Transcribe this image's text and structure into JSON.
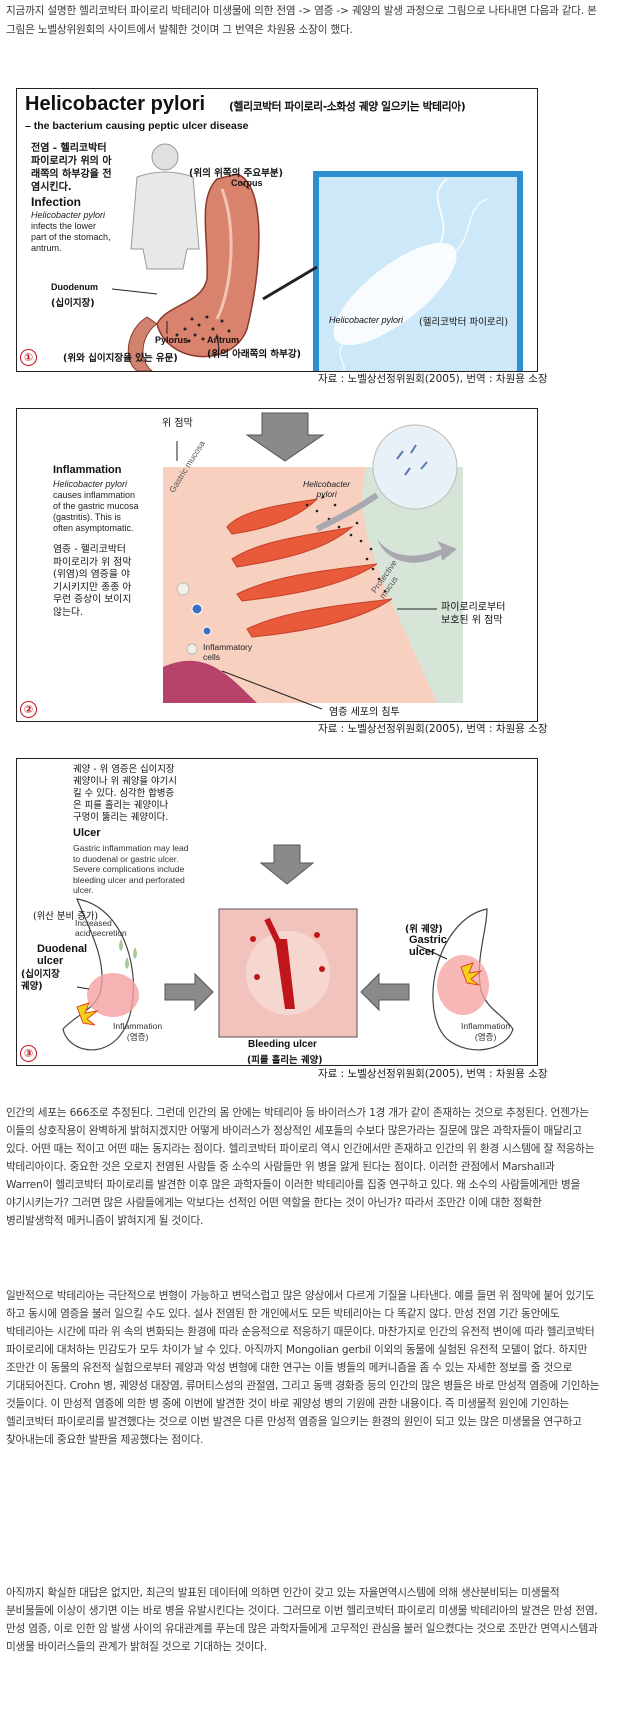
{
  "intro": "지금까지 설명한 헬리코박터 파이로리 박테리아 미생물에 의한 전염 -> 염증 -> 궤양의 발생 과정으로 그림으로 나타내면 다음과 같다. 본 그림은 노벨상위원회의 사이트에서 발췌한 것이며 그 번역은 차원용 소장이 했다.",
  "caption": "자료 : 노벨상선정위원회(2005), 번역 : 차원용 소장",
  "fig1": {
    "badge": "①",
    "title": "Helicobacter pylori",
    "title_ko": "(헬리코박터 파이로리-소화성 궤양 일으키는 박테리아)",
    "subtitle": "– the bacterium causing peptic ulcer disease",
    "infection_ko": "전염 - 헬리코박터\n파이로리가 위의 아\n래쪽의 하부강을 전\n염시킨다.",
    "infection_title": "Infection",
    "infection_species": "Helicobacter pylori",
    "infection_text": "infects the lower\npart of the stomach,\nantrum.",
    "corpus_ko": "(위의 위쪽의 주요부분)",
    "corpus": "Corpus",
    "duodenum": "Duodenum",
    "duodenum_ko": "(십이지장)",
    "pylorus": "Pylorus",
    "pylorus_ko": "(위와 십이지장을 있는 유문)",
    "antrum": "Antrum",
    "antrum_ko": "(위의 아래쪽의 하부강)",
    "micro_label_species": "Helicobacter pylori",
    "micro_label_ko": "(헬리코박터 파이로리)"
  },
  "fig2": {
    "badge": "②",
    "mucosa_ko": "위 점막",
    "gastric_mucosa": "Gastric mucosa",
    "hp_label": "Helicobacter\npylori",
    "inflam_title": "Inflammation",
    "inflam_species": "Helicobacter pylori",
    "inflam_text": "causes inflammation\nof the gastric mucosa\n(gastritis). This is\noften asymptomatic.",
    "inflam_ko": "염증 - 헬리코박터\n파이로리가 위 점막\n(위염)의 염증을 야\n기시키지만 종종 아\n무런 증상이 보이지\n않는다.",
    "protective": "Protective\nmucus",
    "protected_ko": "파이로리로부터\n보호된 위 점막",
    "inflam_cells": "Inflammatory\ncells",
    "infiltration_ko": "염증 세포의 침투"
  },
  "fig3": {
    "badge": "③",
    "ulcer_ko": "궤양 - 위 염증은 십이지장\n궤양이나 위 궤양을 야기시\n킬 수 있다. 심각한 합병증\n은 피를 흘리는 궤양이나\n구멍이 뚫리는 궤양이다.",
    "ulcer_title": "Ulcer",
    "ulcer_text": "Gastric inflammation may lead\nto duodenal or gastric ulcer.\nSevere complications include\nbleeding ulcer and perforated\nulcer.",
    "acid_ko": "(위산 분비 증가)",
    "acid": "Increased\nacid secretion",
    "duodenal": "Duodenal\nulcer",
    "duodenal_ko": "(십이지장\n궤양)",
    "inflam_left": "Inflammation\n(염증)",
    "bleeding": "Bleeding ulcer",
    "bleeding_ko": "(피를 흘리는 궤양)",
    "gastric_ko": "(위 궤양)",
    "gastric": "Gastric\nulcer",
    "inflam_right": "Inflammation\n(염증)"
  },
  "body": [
    "인간의 세포는 666조로 추정된다. 그런데 인간의 몸 안에는 박테리아 등 바이러스가 1경 개가 같이 존재하는 것으로 추정된다. 언젠가는 이들의 상호작용이 완벽하게 밝혀지겠지만 어떻게 바이러스가 정상적인 세포들의 수보다 많은가라는 질문에 많은 과학자들이 매달리고 있다. 어떤 때는 적이고 어떤 때는 동지라는 점이다. 헬리코박터 파이로리 역시 인간에서만 존재하고 인간의 위 환경 시스템에 잘 적응하는 박테리아이다. 중요한 것은 오로지 전염된 사람들 중 소수의 사람들만 위 병을 앓게 된다는 점이다. 이러한 관점에서 Marshall과 Warren이 헬리코박터 파이로리를 발견한 이후 많은 과학자들이 이러한 박테리아를 집중 연구하고 있다. 왜 소수의 사람들에게만 병을 야기시키는가? 그러면 많은 사람들에게는 악보다는 선적인 어떤 역할을 한다는 것이 아닌가? 따라서 조만간 이에 대한 정확한 병리발생학적 메커니즘이 밝혀지게 될 것이다.",
    "일반적으로 박테리아는 극단적으로 변형이 가능하고 변덕스럽고 많은 양상에서 다르게 기질을 나타낸다. 예를 들면 위 점막에 붙어 있기도 하고 동시에 염증을 불러 일으킬 수도 있다. 설사 전염된 한 개인에서도 모든 박테리아는 다 똑같지 않다. 만성 전염 기간 동안에도 박테리아는 시간에 따라 위 속의 변화되는 환경에 따라 순응적으로 적응하기 때문이다. 마찬가지로 인간의 유전적 변이에 따라 헬리코박터 파이로리에 대처하는 민감도가 모두 차이가 날 수 있다. 아직까지 Mongolian gerbil 이외의 동물에 실험된 유전적 모델이 없다. 하지만 조만간 이 동물의 유전적 실험으로부터 궤양과 악성 변형에 대한 연구는 이들 병들의 메커니즘을 좀 수 있는 자세한 정보를 줄 것으로 기대되어진다. Crohn 병, 궤양성 대장염, 류머티스성의 관절염, 그리고 동맥 경화증 등의 인간의 많은 병들은 바로 만성적 염증에 기인하는 것들이다. 이 만성적 염증에 의한 병 중에 이번에 발견한 것이 바로 궤양성 병의 기원에 관한 내용이다. 즉 미생물적 원인에 기인하는 헬리코박터 파이로리를 발견했다는 것으로 이번 발견은 다른 만성적 염증을 일으키는 환경의 원인이 되고 있는 많은 미생물을 연구하고 찾아내는데 중요한 발판을 제공했다는 점이다.",
    "아직까지 확실한 대답은 없지만, 최근의 발표된 데이터에 의하면 인간이 갖고 있는 자율면역시스템에 의해 생산분비되는 미생물적 분비물들에 이상이 생기면 이는 바로 병을 유발시킨다는 것이다. 그러므로 이번 헬리코박터 파이로리 미생물 박테리아의 발견은 만성 전염, 만성 염증, 이로 인한 암 발생 사이의 유대관계를 푸는데 많은 과학자들에게 고무적인 관심을 불러 일으켰다는 것으로 조만간 면역시스템과 미생물 바이러스들의 관계가 밝혀질 것으로 기대하는 것이다."
  ]
}
